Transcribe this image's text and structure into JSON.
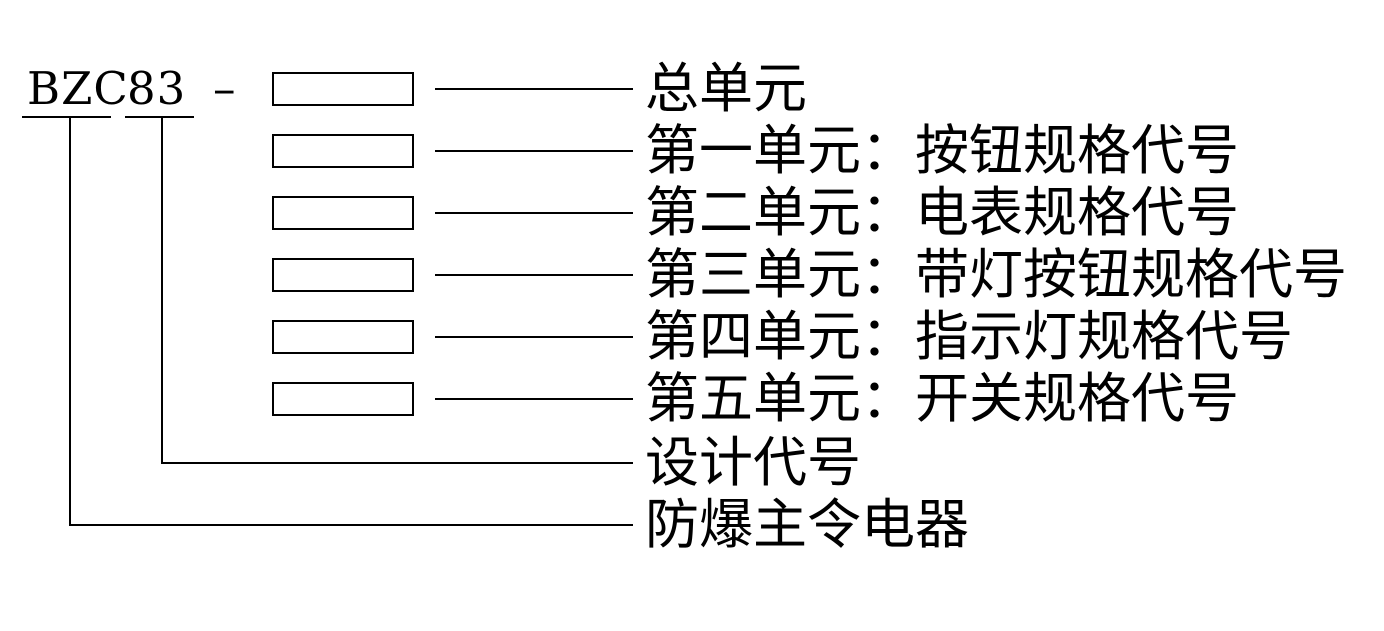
{
  "title_code": {
    "prefix": "BZC",
    "design": "83",
    "separator": "–"
  },
  "unit_rows": [
    "总单元",
    "第一单元：按钮规格代号",
    "第二单元：电表规格代号",
    "第三单元：带灯按钮规格代号",
    "第四单元：指示灯规格代号",
    "第五单元：开关规格代号"
  ],
  "legend_rows": [
    "设计代号",
    "防爆主令电器"
  ],
  "colors": {
    "ink": "#000000",
    "background": "#ffffff"
  }
}
